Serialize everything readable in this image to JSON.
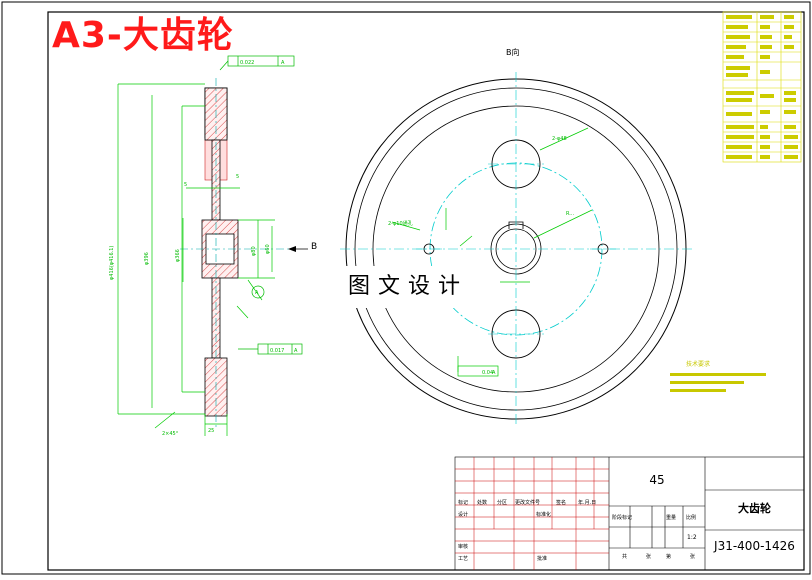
{
  "drawing": {
    "sheet_title": "A3-大齿轮",
    "watermark": "图文设计",
    "view_label": "B向",
    "section_arrow_label": "B",
    "material": "45",
    "part_name": "大齿轮",
    "drawing_number": "J31-400-1426",
    "scale": "1:2",
    "title_block_fragments": [
      "标记",
      "处数",
      "分区",
      "更改文件号",
      "签名",
      "年.月.日",
      "设计",
      "标准化",
      "阶段标记",
      "重量",
      "比例",
      "审核",
      "工艺",
      "批准",
      "共",
      "张",
      "第",
      "张"
    ],
    "tech_requirements_title": "技术要求"
  }
}
